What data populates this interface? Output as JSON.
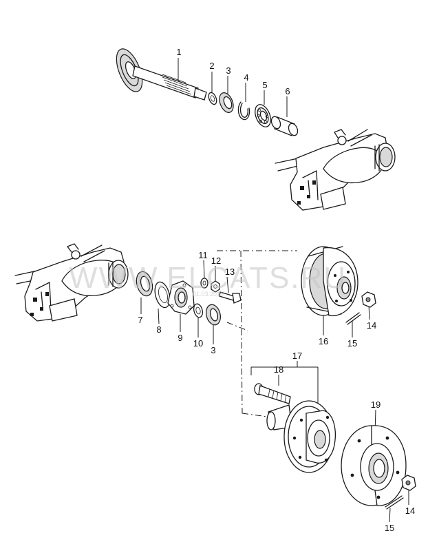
{
  "watermark": {
    "text": "WWW.ELCATS.RU",
    "subtext": "01.03.2015"
  },
  "callouts": {
    "c1": "1",
    "c2": "2",
    "c3a": "3",
    "c4": "4",
    "c5": "5",
    "c6": "6",
    "c7": "7",
    "c8": "8",
    "c9": "9",
    "c10": "10",
    "c3b": "3",
    "c11": "11",
    "c12": "12",
    "c13": "13",
    "c16": "16",
    "c15a": "15",
    "c14a": "14",
    "c17": "17",
    "c18": "18",
    "c19": "19",
    "c14b": "14",
    "c15b": "15"
  }
}
